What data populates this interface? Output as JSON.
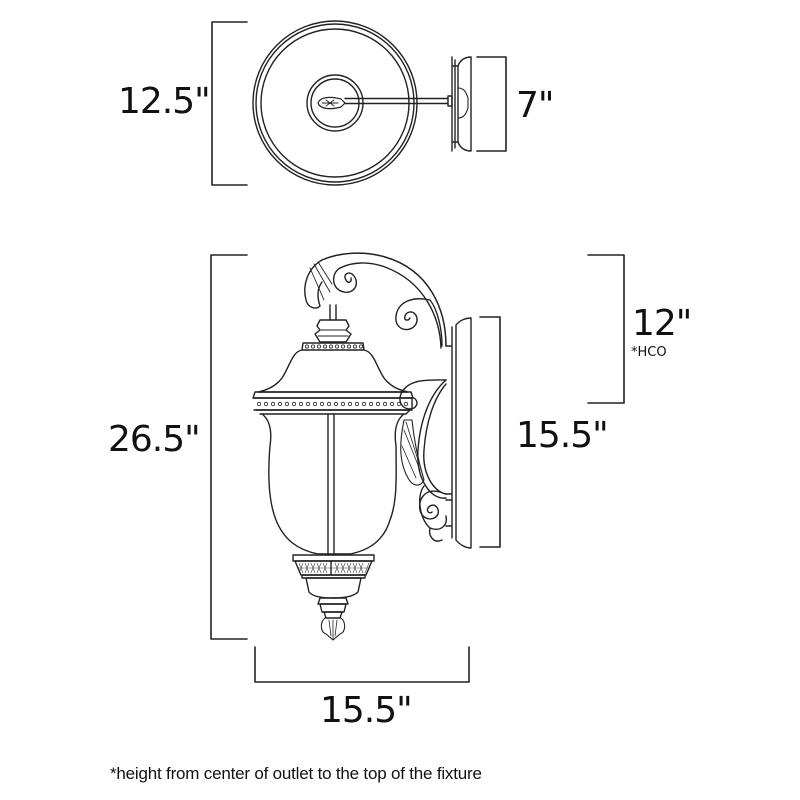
{
  "diagram": {
    "type": "product-dimension-drawing",
    "subject": "outdoor wall-mount lantern fixture",
    "line_color": "#222222",
    "background": "#ffffff",
    "top_view": {
      "height_label": "12.5\"",
      "extension_label": "7\""
    },
    "side_view": {
      "overall_height_label": "26.5\"",
      "hco_label": "12\"",
      "hco_note": "*HCO",
      "backplate_height_label": "15.5\"",
      "width_label": "15.5\""
    },
    "footnote": "*height from center of outlet to the top of the fixture"
  }
}
